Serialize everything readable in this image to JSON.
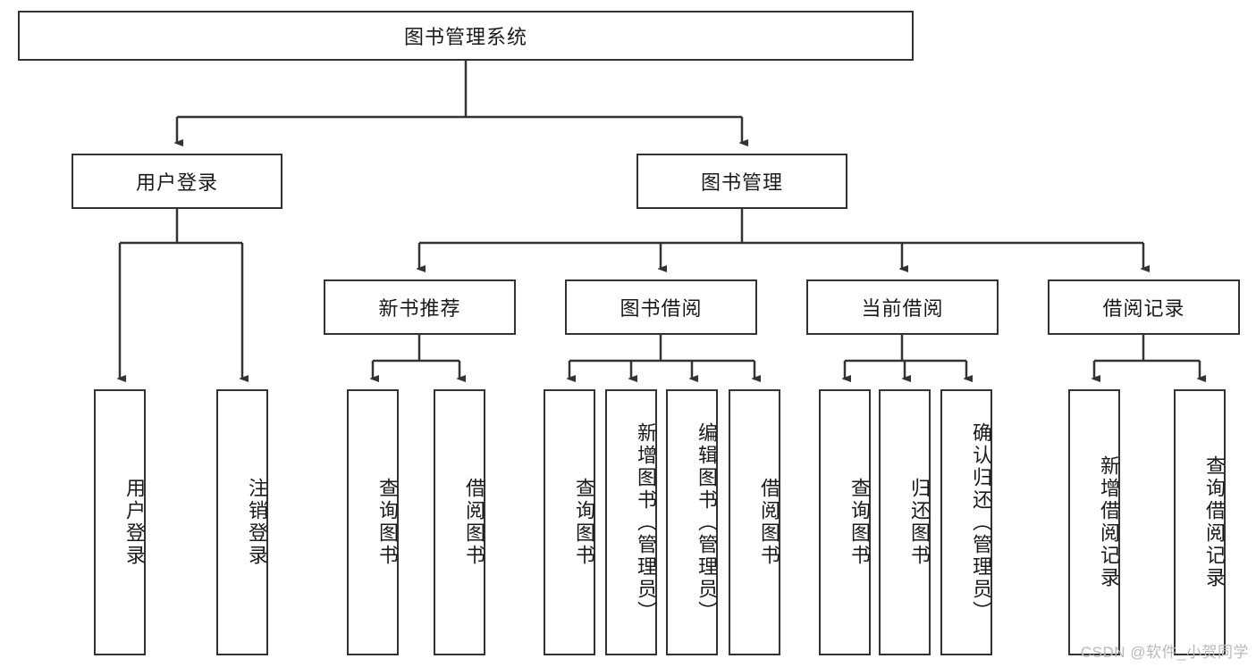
{
  "diagram": {
    "type": "tree-hierarchy",
    "title": "图书管理系统",
    "watermark": "CSDN @软件_小贺同学",
    "colors": {
      "stroke": "#333333",
      "fill": "#ffffff",
      "text": "#1a1a1a",
      "watermark": "#b9b9b9"
    },
    "nodes": {
      "root": {
        "label": "图书管理系统",
        "level": 1,
        "orientation": "horizontal"
      },
      "l2": [
        {
          "id": "user-login",
          "label": "用户登录",
          "level": 2,
          "orientation": "horizontal"
        },
        {
          "id": "book-manage",
          "label": "图书管理",
          "level": 2,
          "orientation": "horizontal"
        }
      ],
      "l3": [
        {
          "id": "new-book-rec",
          "label": "新书推荐",
          "level": 3,
          "orientation": "horizontal",
          "parent": "book-manage"
        },
        {
          "id": "book-borrow",
          "label": "图书借阅",
          "level": 3,
          "orientation": "horizontal",
          "parent": "book-manage"
        },
        {
          "id": "current-borrow",
          "label": "当前借阅",
          "level": 3,
          "orientation": "horizontal",
          "parent": "book-manage"
        },
        {
          "id": "borrow-record",
          "label": "借阅记录",
          "level": 3,
          "orientation": "horizontal",
          "parent": "book-manage"
        }
      ],
      "leaves": [
        {
          "id": "leaf-user-login",
          "label": "用户登录",
          "parent": "user-login",
          "orientation": "vertical"
        },
        {
          "id": "leaf-logout",
          "label": "注销登录",
          "parent": "user-login",
          "orientation": "vertical"
        },
        {
          "id": "leaf-query-book-1",
          "label": "查询图书",
          "parent": "new-book-rec",
          "orientation": "vertical"
        },
        {
          "id": "leaf-borrow-book-1",
          "label": "借阅图书",
          "parent": "new-book-rec",
          "orientation": "vertical"
        },
        {
          "id": "leaf-query-book-2",
          "label": "查询图书",
          "parent": "book-borrow",
          "orientation": "vertical"
        },
        {
          "id": "leaf-add-book",
          "label": "新增图书（管理员）",
          "parent": "book-borrow",
          "orientation": "vertical"
        },
        {
          "id": "leaf-edit-book",
          "label": "编辑图书（管理员）",
          "parent": "book-borrow",
          "orientation": "vertical"
        },
        {
          "id": "leaf-borrow-book-2",
          "label": "借阅图书",
          "parent": "book-borrow",
          "orientation": "vertical"
        },
        {
          "id": "leaf-query-book-3",
          "label": "查询图书",
          "parent": "current-borrow",
          "orientation": "vertical"
        },
        {
          "id": "leaf-return-book",
          "label": "归还图书",
          "parent": "current-borrow",
          "orientation": "vertical"
        },
        {
          "id": "leaf-confirm-return",
          "label": "确认归还（管理员）",
          "parent": "current-borrow",
          "orientation": "vertical"
        },
        {
          "id": "leaf-add-record",
          "label": "新增借阅记录",
          "parent": "borrow-record",
          "orientation": "vertical"
        },
        {
          "id": "leaf-query-record",
          "label": "查询借阅记录",
          "parent": "borrow-record",
          "orientation": "vertical"
        }
      ]
    }
  }
}
